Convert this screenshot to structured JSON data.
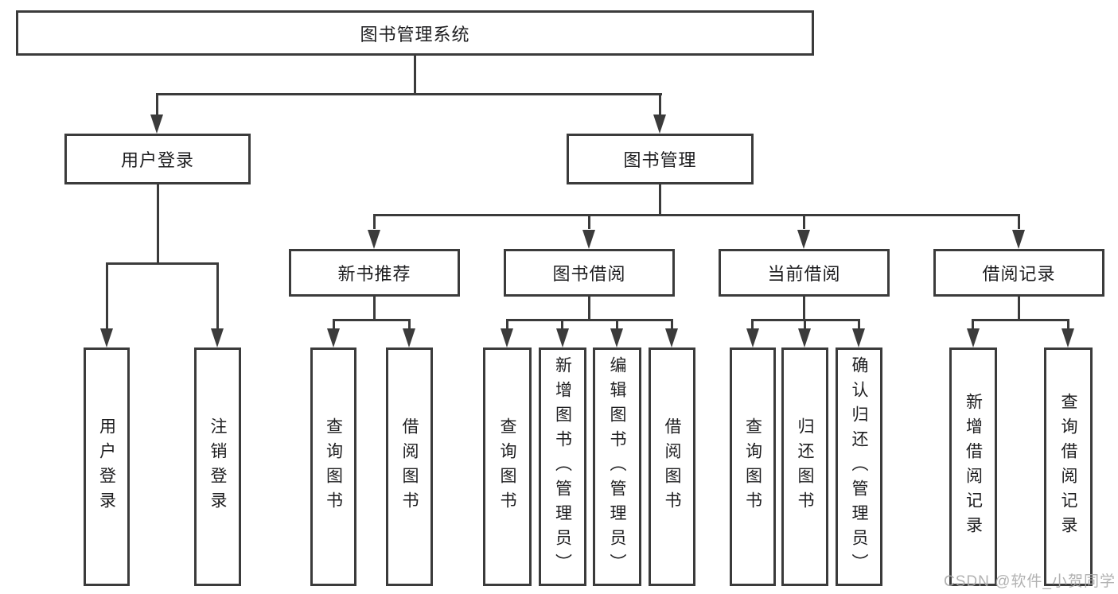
{
  "title": "图书管理系统",
  "watermark": "CSDN @软件_小贺同学",
  "colors": {
    "line": "#3b3b3b",
    "text": "#1d1d1f",
    "background": "#ffffff",
    "watermark": "#aaaaaa"
  },
  "tree": {
    "root": "图书管理系统",
    "branches": [
      {
        "label": "用户登录",
        "children": [
          "用户登录",
          "注销登录"
        ]
      },
      {
        "label": "图书管理",
        "children": [
          {
            "label": "新书推荐",
            "children": [
              "查询图书",
              "借阅图书"
            ]
          },
          {
            "label": "图书借阅",
            "children": [
              "查询图书",
              "新增图书（管理员）",
              "编辑图书（管理员）",
              "借阅图书"
            ]
          },
          {
            "label": "当前借阅",
            "children": [
              "查询图书",
              "归还图书",
              "确认归还（管理员）"
            ]
          },
          {
            "label": "借阅记录",
            "children": [
              "新增借阅记录",
              "查询借阅记录"
            ]
          }
        ]
      }
    ]
  }
}
